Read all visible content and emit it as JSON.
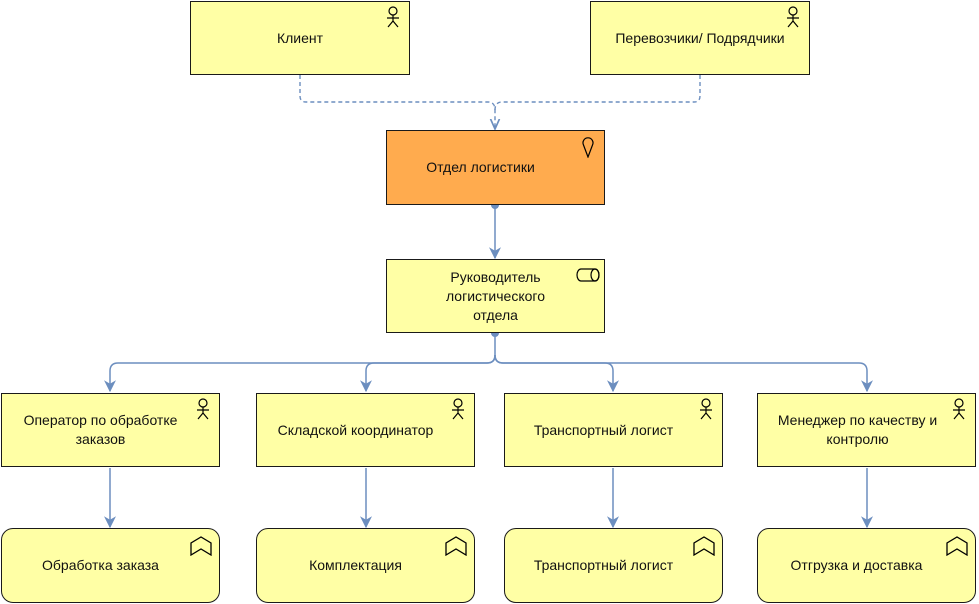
{
  "colors": {
    "actor_fill": "#ffffa5",
    "location_fill": "#ffab4e",
    "connector": "#6c8ebf",
    "border": "#1a1a1a"
  },
  "nodes": {
    "client": {
      "label": "Клиент",
      "icon": "actor-icon"
    },
    "carriers": {
      "label": "Перевозчики/ Подрядчики",
      "icon": "actor-icon"
    },
    "logistics_dept": {
      "label": "Отдел логистики",
      "icon": "location-icon"
    },
    "head": {
      "label": "Руководитель логистического отдела",
      "icon": "role-icon"
    },
    "roles": [
      {
        "label": "Оператор по обработке заказов",
        "icon": "actor-icon"
      },
      {
        "label": "Складской координатор",
        "icon": "actor-icon"
      },
      {
        "label": "Транспортный логист",
        "icon": "actor-icon"
      },
      {
        "label": "Менеджер по качеству и контролю",
        "icon": "actor-icon"
      }
    ],
    "functions": [
      {
        "label": "Обработка заказа",
        "icon": "function-icon"
      },
      {
        "label": "Комплектация",
        "icon": "function-icon"
      },
      {
        "label": "Транспортный логист",
        "icon": "function-icon"
      },
      {
        "label": "Отгрузка и доставка",
        "icon": "function-icon"
      }
    ]
  },
  "edges": [
    {
      "from": "client",
      "to": "logistics_dept",
      "style": "dashed"
    },
    {
      "from": "carriers",
      "to": "logistics_dept",
      "style": "dashed"
    },
    {
      "from": "logistics_dept",
      "to": "head",
      "style": "solid"
    },
    {
      "from": "head",
      "to": "roles.0",
      "style": "solid"
    },
    {
      "from": "head",
      "to": "roles.1",
      "style": "solid"
    },
    {
      "from": "head",
      "to": "roles.2",
      "style": "solid"
    },
    {
      "from": "head",
      "to": "roles.3",
      "style": "solid"
    },
    {
      "from": "roles.0",
      "to": "functions.0",
      "style": "solid"
    },
    {
      "from": "roles.1",
      "to": "functions.1",
      "style": "solid"
    },
    {
      "from": "roles.2",
      "to": "functions.2",
      "style": "solid"
    },
    {
      "from": "roles.3",
      "to": "functions.3",
      "style": "solid"
    }
  ]
}
